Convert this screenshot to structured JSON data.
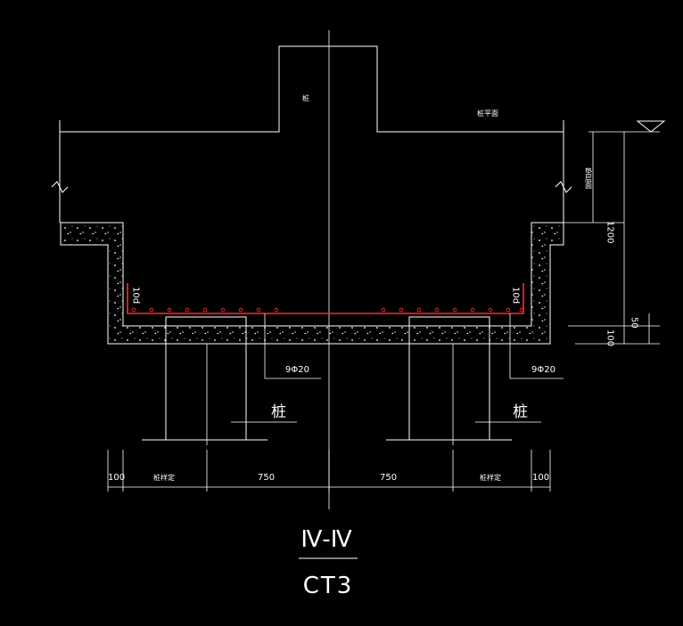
{
  "drawing": {
    "background": "#000000",
    "line_color": "#ffffff",
    "rebar_color": "#ff2a2a",
    "labels": {
      "pile_cap_column": "桩",
      "top_level": "桩平面",
      "cushion": "垫层面",
      "anchor_left": "10d",
      "anchor_right": "10d",
      "rebar_left": "9Φ20",
      "rebar_right": "9Φ20",
      "pile_left": "桩",
      "pile_right": "桩"
    },
    "dims_bottom": {
      "d1": "100",
      "d2": "桩样定",
      "d3": "750",
      "d4": "750",
      "d5": "桩样定",
      "d6": "100"
    },
    "dims_right": {
      "h1": "1200",
      "h2": "50",
      "h3": "100"
    },
    "section_title": "Ⅳ-Ⅳ",
    "section_ref": "CT3"
  }
}
